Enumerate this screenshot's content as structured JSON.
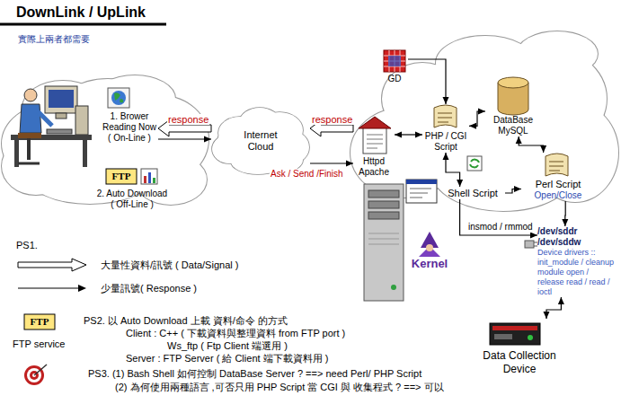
{
  "diagram": {
    "title": "DownLink / UpLink",
    "nodes": [
      {
        "text": [
          "1. Brower Reading Now ( On-Line )"
        ]
      },
      {
        "text": [
          "2. Auto Download ( Off-Line )"
        ]
      },
      {
        "text": [
          "Internet Cloud"
        ]
      },
      {
        "text": [
          "Httpd Apache"
        ]
      },
      {
        "text": [
          "GD"
        ]
      },
      {
        "text": [
          "PHP / CGI Script"
        ]
      },
      {
        "text": [
          "DataBase MySQL"
        ]
      },
      {
        "text": [
          "Shell Script"
        ]
      },
      {
        "text": [
          "Perl Script",
          "Open/Close"
        ]
      },
      {
        "text": [
          "Kernel"
        ]
      },
      {
        "text": [
          "/dev/sddr /dev/sddw",
          "Device drivers :: init_module / cleanup module open / release read / read / ioctl"
        ]
      },
      {
        "text": [
          "Data Collection Device"
        ]
      }
    ],
    "edges": [
      {
        "from": 2,
        "to": 0,
        "label": "response",
        "arrow": "to"
      },
      {
        "from": 0,
        "to": 2,
        "arrow": "to"
      },
      {
        "from": 3,
        "to": 2,
        "label": "response",
        "arrow": "to"
      },
      {
        "from": 2,
        "to": 3,
        "label": "Ask / Send /Finish",
        "arrow": "to"
      },
      {
        "from": 3,
        "to": 5,
        "arrow": "both"
      },
      {
        "from": 4,
        "to": 5,
        "arrow": "to"
      },
      {
        "from": 5,
        "to": 6,
        "arrow": "both"
      },
      {
        "from": 6,
        "to": 8,
        "arrow": "both"
      },
      {
        "from": 5,
        "to": 7,
        "arrow": "both"
      },
      {
        "from": 7,
        "to": 8,
        "arrow": "to"
      },
      {
        "from": 7,
        "to": 10,
        "label": "insmod / rmmod",
        "arrow": "to"
      },
      {
        "from": 8,
        "to": 10,
        "arrow": "to"
      },
      {
        "from": 10,
        "to": 11,
        "arrow": "both"
      }
    ],
    "labels": [
      "實際上兩者都需要",
      "FTP",
      "PS1.",
      "FTP",
      "FTP service",
      "PS2. 以 Auto Download 上載 資料/命令 的方式",
      "Client : C++ ( 下載資料與整理資料 from FTP port )",
      "Ws_ftp ( Ftp Client 端選用 )",
      "Server : FTP Server ( 給 Client 端下載資料用 )",
      "PS3. (1) Bash Shell 如何控制 DataBase Server ? ==> need Perl/ PHP Script",
      "(2) 為何使用兩種語言 ,可否只用 PHP Script 當 CGI 與 收集程式 ? ==> 可以"
    ],
    "legend": [
      {
        "text": "大量性資料/訊號 ( Data/Signal )"
      },
      {
        "text": "少量訊號( Response )"
      }
    ]
  }
}
